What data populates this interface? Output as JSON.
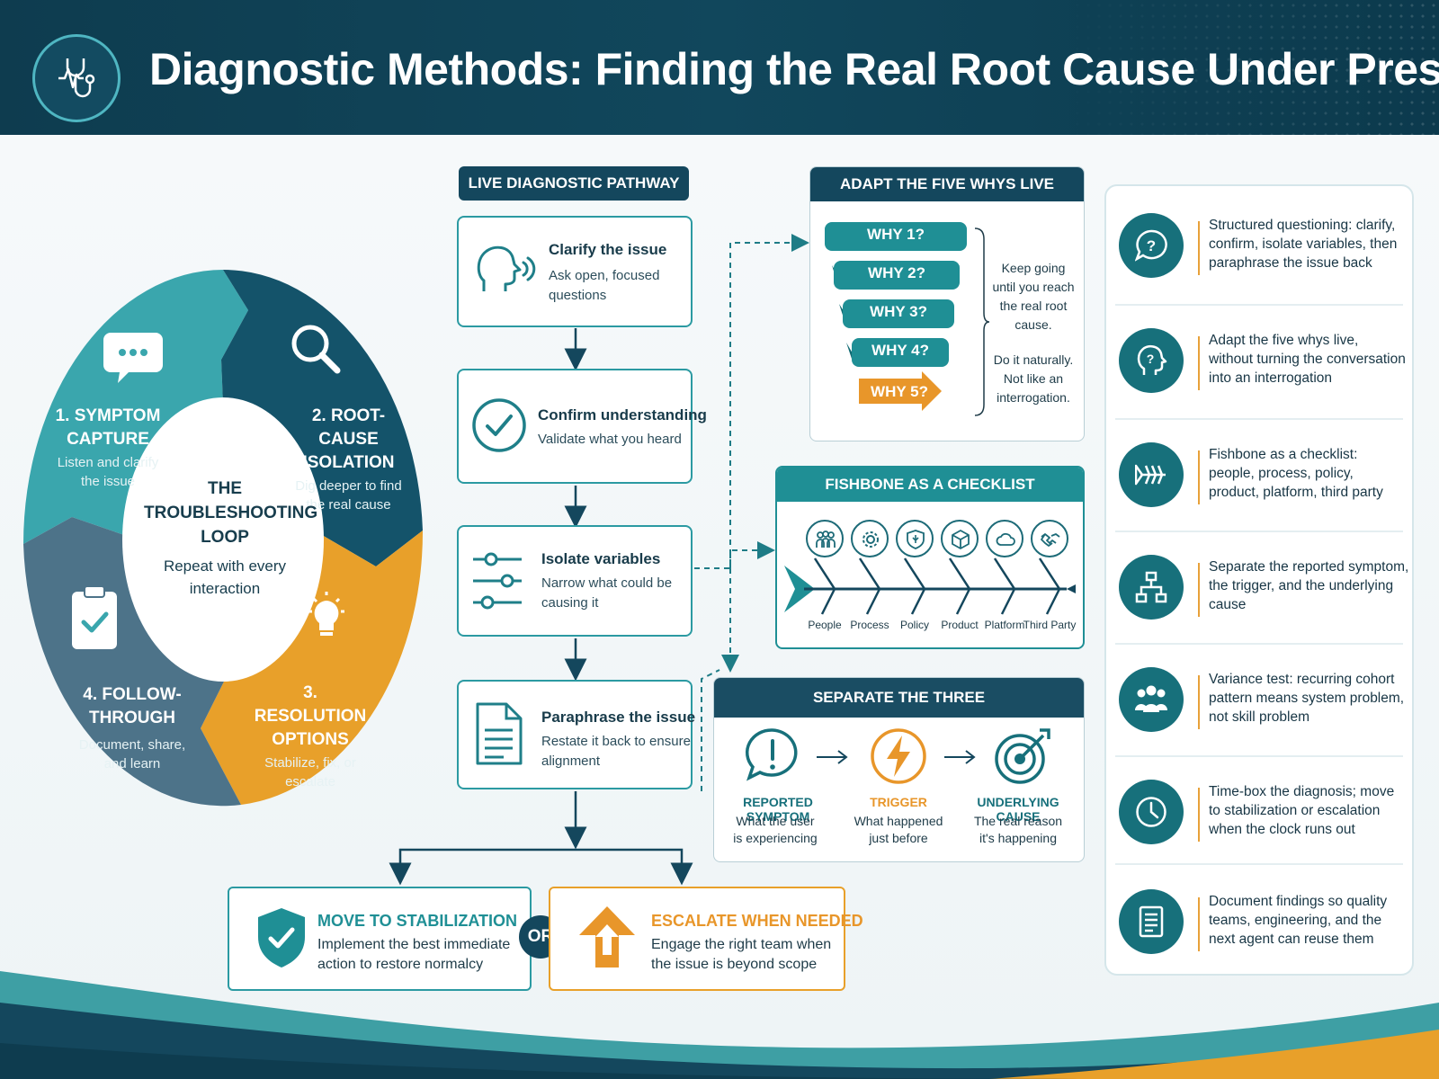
{
  "header": {
    "title": "Diagnostic Methods: Finding the Real Root Cause Under Pressure",
    "logo_icon": "stethoscope-icon"
  },
  "loop": {
    "center_title_lines": [
      "THE",
      "TROUBLESHOOTING",
      "LOOP"
    ],
    "center_subtitle_lines": [
      "Repeat with every",
      "interaction"
    ],
    "steps": [
      {
        "title_lines": [
          "1. SYMPTOM",
          "CAPTURE"
        ],
        "desc_lines": [
          "Listen and clarify",
          "the issue"
        ],
        "icon": "chat-bubble-icon",
        "color": "#3aa6ad"
      },
      {
        "title_lines": [
          "2. ROOT-CAUSE",
          "ISOLATION"
        ],
        "desc_lines": [
          "Dig deeper to find",
          "the real cause"
        ],
        "icon": "magnifier-icon",
        "color": "#14536a"
      },
      {
        "title_lines": [
          "3. RESOLUTION",
          "OPTIONS"
        ],
        "desc_lines": [
          "Stabilize, fix, or",
          "escalate"
        ],
        "icon": "lightbulb-icon",
        "color": "#e8a02a"
      },
      {
        "title_lines": [
          "4. FOLLOW-THROUGH"
        ],
        "desc_lines": [
          "Document, share,",
          "and learn"
        ],
        "icon": "clipboard-check-icon",
        "color": "#4d7389"
      }
    ]
  },
  "pathway": {
    "label": "LIVE DIAGNOSTIC PATHWAY",
    "steps": [
      {
        "title": "Clarify the issue",
        "desc_lines": [
          "Ask open, focused",
          "questions"
        ],
        "icon": "speaking-head-icon"
      },
      {
        "title": "Confirm understanding",
        "desc_lines": [
          "Validate what you heard"
        ],
        "icon": "check-circle-icon"
      },
      {
        "title": "Isolate variables",
        "desc_lines": [
          "Narrow what could be",
          "causing it"
        ],
        "icon": "sliders-icon"
      },
      {
        "title": "Paraphrase the issue",
        "desc_lines": [
          "Restate it back to ensure",
          "alignment"
        ],
        "icon": "document-icon"
      }
    ]
  },
  "outcomes": {
    "or_label": "OR",
    "stabilize": {
      "title": "MOVE TO STABILIZATION",
      "desc_lines": [
        "Implement the best immediate",
        "action to restore normalcy"
      ],
      "icon": "shield-check-icon"
    },
    "escalate": {
      "title": "ESCALATE WHEN NEEDED",
      "desc_lines": [
        "Engage the right team when",
        "the issue is beyond scope"
      ],
      "icon": "up-arrow-icon"
    }
  },
  "five_whys": {
    "title": "ADAPT THE FIVE WHYS LIVE",
    "whys": [
      "WHY 1?",
      "WHY 2?",
      "WHY 3?",
      "WHY 4?",
      "WHY 5?"
    ],
    "note1_lines": [
      "Keep going",
      "until you reach",
      "the real root",
      "cause."
    ],
    "note2_lines": [
      "Do it naturally.",
      "Not like an",
      "interrogation."
    ]
  },
  "fishbone": {
    "title": "FISHBONE AS A CHECKLIST",
    "categories": [
      {
        "label": "People",
        "icon": "people-icon"
      },
      {
        "label": "Process",
        "icon": "gear-icon"
      },
      {
        "label": "Policy",
        "icon": "policy-shield-icon"
      },
      {
        "label": "Product",
        "icon": "cube-icon"
      },
      {
        "label": "Platform",
        "icon": "cloud-icon"
      },
      {
        "label": "Third Party",
        "icon": "handshake-icon"
      }
    ]
  },
  "separate": {
    "title": "SEPARATE THE THREE",
    "items": [
      {
        "title": "REPORTED SYMPTOM",
        "desc_lines": [
          "What the user",
          "is experiencing"
        ],
        "icon": "exclamation-bubble-icon",
        "color": "#17707b"
      },
      {
        "title": "TRIGGER",
        "desc_lines": [
          "What happened",
          "just before"
        ],
        "icon": "lightning-icon",
        "color": "#e8962a"
      },
      {
        "title": "UNDERLYING CAUSE",
        "desc_lines": [
          "The real reason",
          "it's happening"
        ],
        "icon": "target-icon",
        "color": "#17707b"
      }
    ]
  },
  "tips": [
    {
      "lines": [
        "Structured questioning: clarify,",
        "confirm, isolate variables, then",
        "paraphrase the issue back"
      ],
      "icon": "question-bubble-icon"
    },
    {
      "lines": [
        "Adapt the five whys live,",
        "without turning the conversation",
        "into an interrogation"
      ],
      "icon": "head-question-icon"
    },
    {
      "lines": [
        "Fishbone as a checklist:",
        "people, process, policy,",
        "product, platform, third party"
      ],
      "icon": "fishbone-icon"
    },
    {
      "lines": [
        "Separate the reported symptom,",
        "the trigger, and the underlying",
        "cause"
      ],
      "icon": "hierarchy-icon"
    },
    {
      "lines": [
        "Variance test: recurring cohort",
        "pattern means system problem,",
        "not skill problem"
      ],
      "icon": "group-icon"
    },
    {
      "lines": [
        "Time-box the diagnosis; move",
        "to stabilization or escalation",
        "when the clock runs out"
      ],
      "icon": "clock-icon"
    },
    {
      "lines": [
        "Document findings so quality",
        "teams, engineering, and the",
        "next agent can reuse them"
      ],
      "icon": "notes-icon"
    }
  ]
}
